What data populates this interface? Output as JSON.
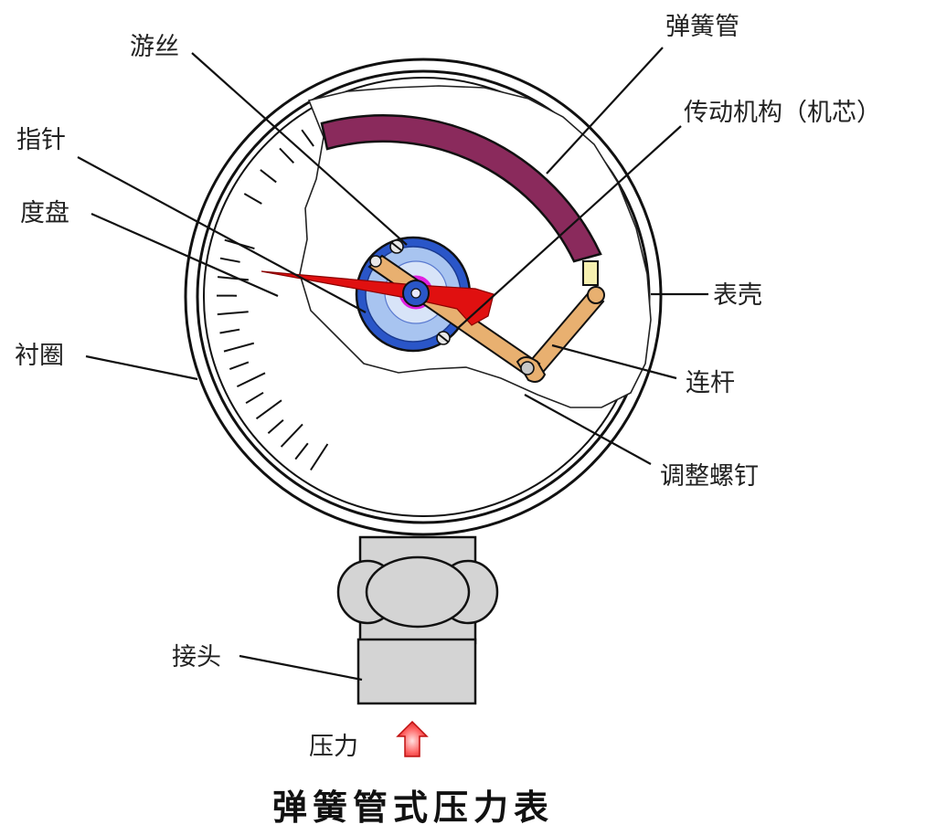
{
  "title": "弹簧管式压力表",
  "labels": {
    "hairspring": "游丝",
    "bourdon_tube": "弹簧管",
    "movement": "传动机构（机芯）",
    "pointer": "指针",
    "dial": "度盘",
    "case": "表壳",
    "bezel": "衬圈",
    "link": "连杆",
    "adjust_screw": "调整螺钉",
    "connector": "接头",
    "pressure": "压力"
  },
  "colors": {
    "bourdon_tube": "#8a2a5c",
    "pointer": "#e01010",
    "movement_plate": "#2a56c8",
    "movement_inner": "#a8c4f0",
    "hairspring": "#e020e0",
    "link": "#e8b070",
    "connector": "#d4d4d4",
    "arrow": "#e03030"
  }
}
